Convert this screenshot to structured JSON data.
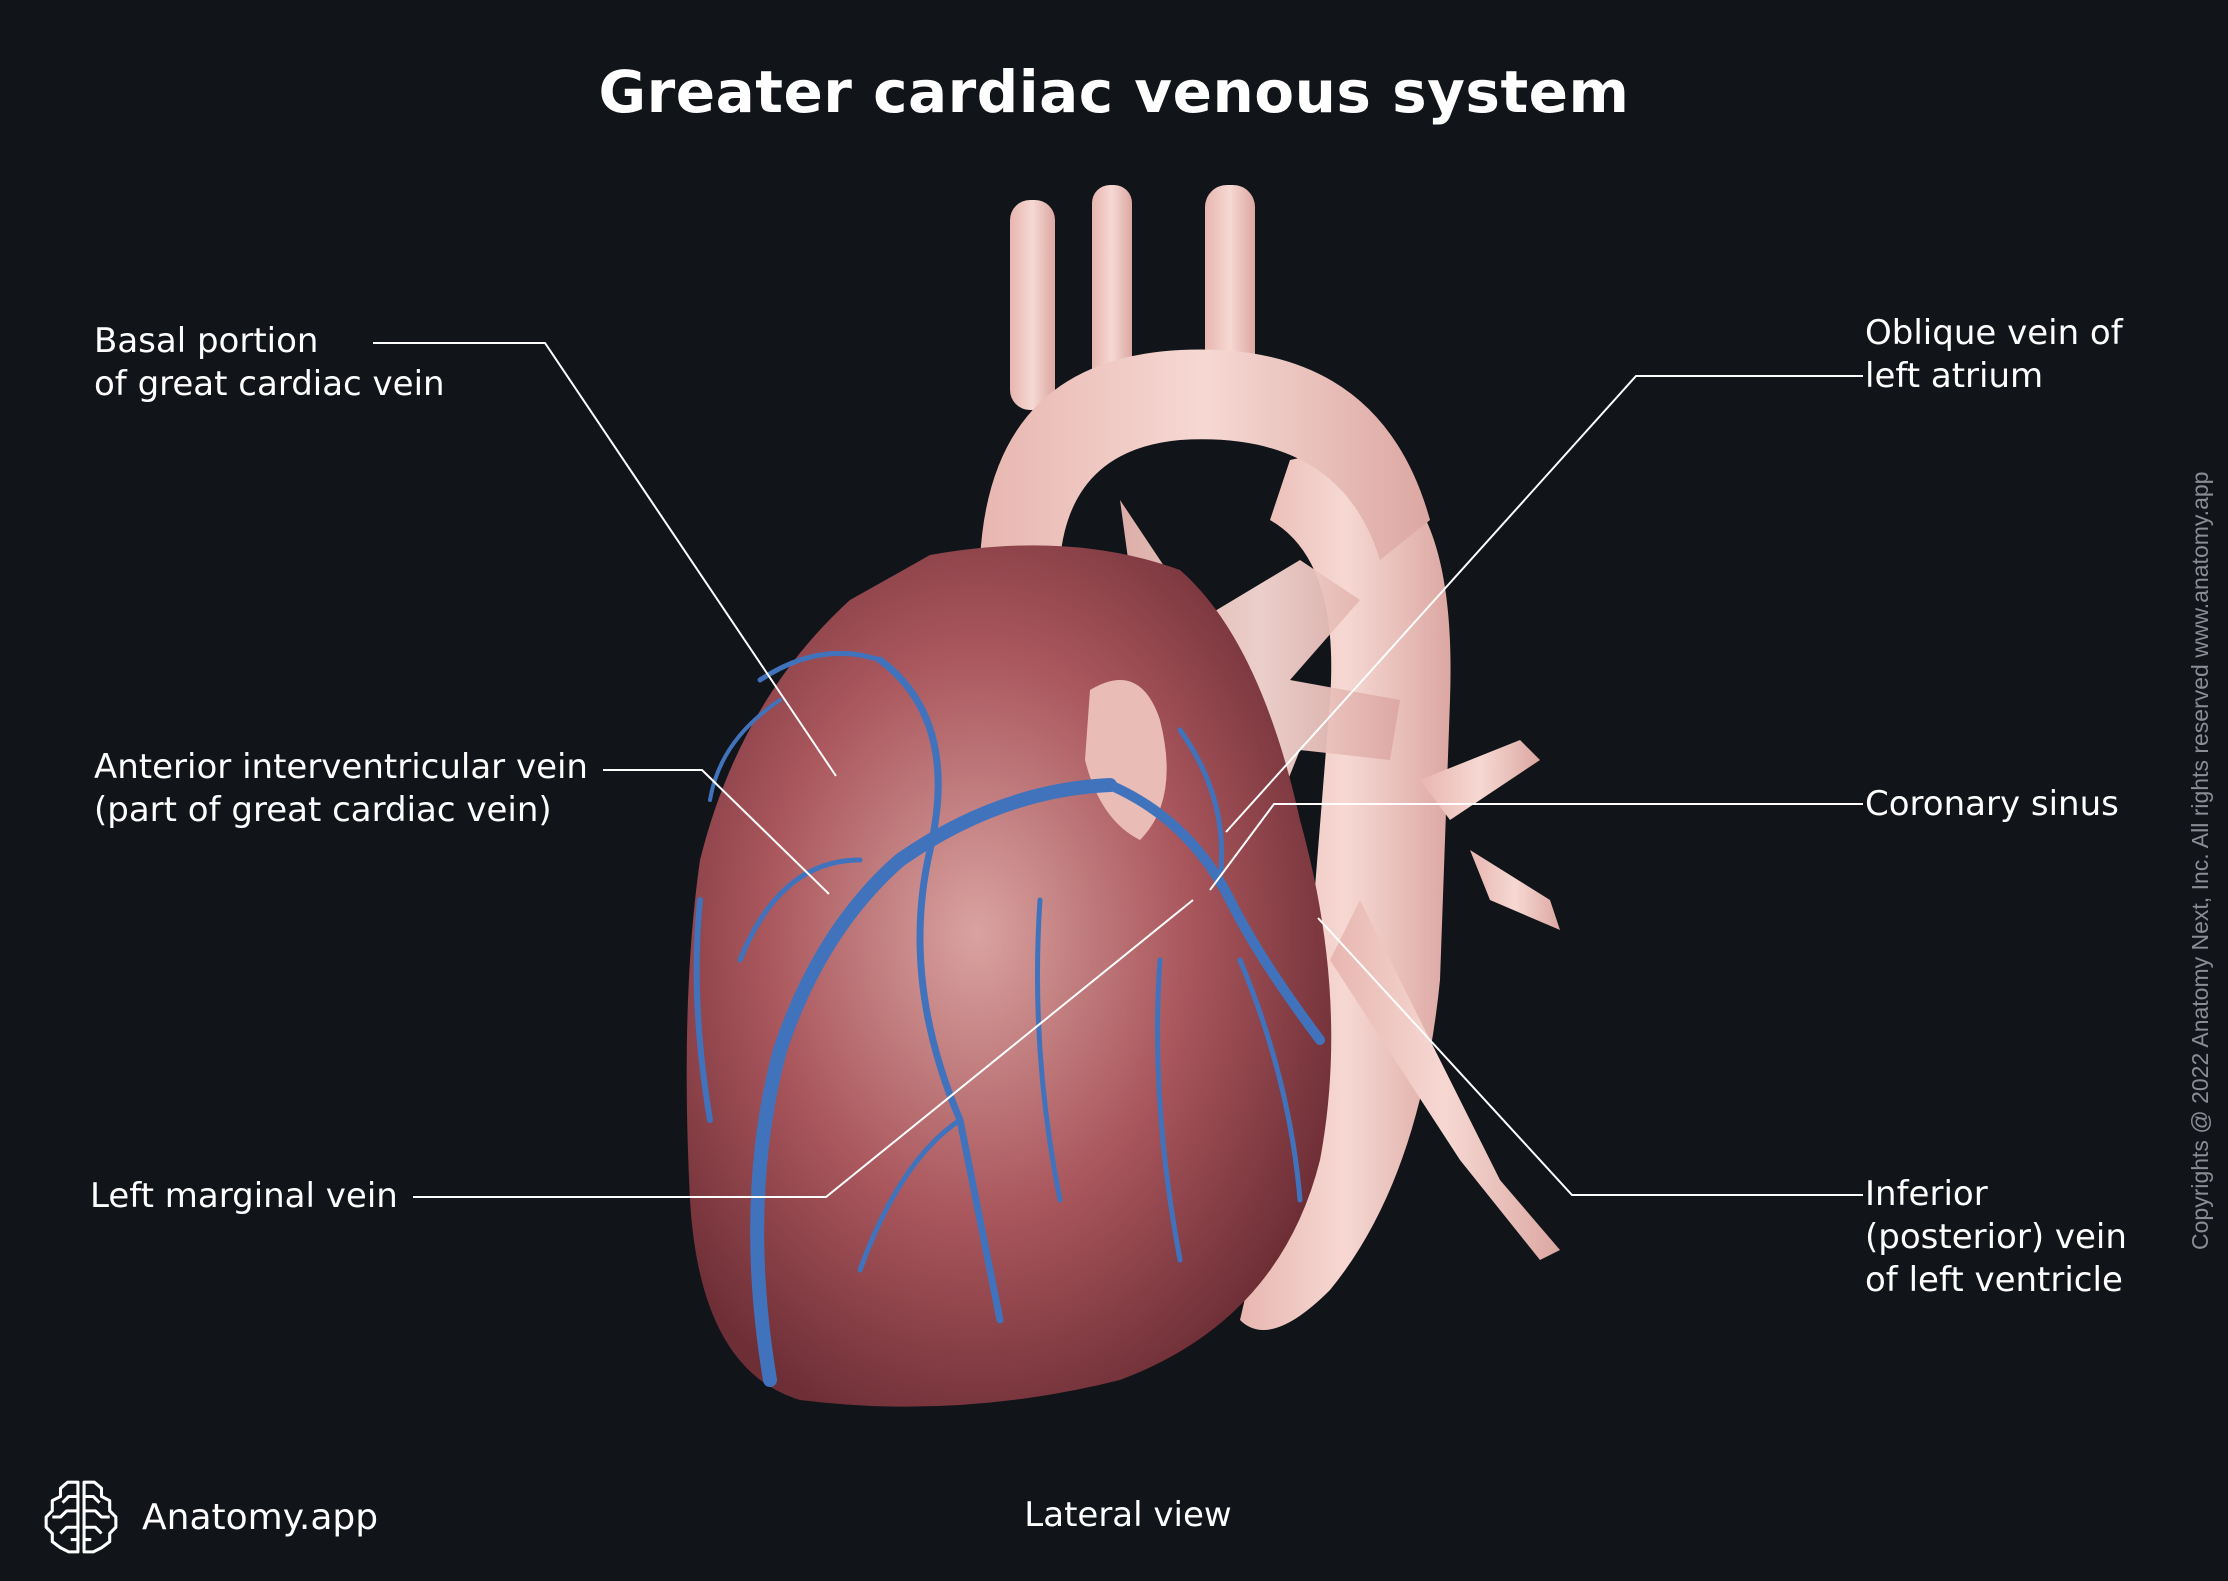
{
  "title": "Greater cardiac venous system",
  "view": "Lateral view",
  "brand": {
    "name": "Anatomy.app",
    "logo_icon": "brain-icon"
  },
  "copyright": "Copyrights @ 2022 Anatomy Next, Inc. All rights reserved www.anatomy.app",
  "colors": {
    "background": "#111419",
    "text": "#ffffff",
    "leader_line": "#ffffff",
    "vein_blue": "#3f6fb6",
    "myocardium": "#a8545a",
    "vessel_pink": "#f0c9c4"
  },
  "labels": {
    "left": [
      {
        "id": "basal-portion",
        "lines": [
          "Basal portion",
          "of great cardiac vein"
        ]
      },
      {
        "id": "anterior-interventricular",
        "lines": [
          "Anterior interventricular vein",
          "(part of great cardiac vein)"
        ]
      },
      {
        "id": "left-marginal",
        "lines": [
          "Left marginal vein"
        ]
      }
    ],
    "right": [
      {
        "id": "oblique-vein",
        "lines": [
          "Oblique vein of",
          "left atrium"
        ]
      },
      {
        "id": "coronary-sinus",
        "lines": [
          "Coronary sinus"
        ]
      },
      {
        "id": "inferior-vein",
        "lines": [
          "Inferior",
          "(posterior) vein",
          "of left ventricle"
        ]
      }
    ]
  }
}
